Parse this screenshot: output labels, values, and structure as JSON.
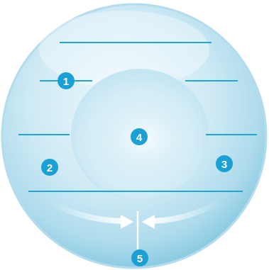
{
  "diagram": {
    "markers": [
      {
        "id": "1",
        "label": "1"
      },
      {
        "id": "2",
        "label": "2"
      },
      {
        "id": "3",
        "label": "3"
      },
      {
        "id": "4",
        "label": "4"
      },
      {
        "id": "5",
        "label": "5"
      }
    ],
    "colors": {
      "lens_outer": "#cfeaf5",
      "lens_edge": "#9fd2e6",
      "lens_inner": "#e6f5fb",
      "line": "#21a6d3",
      "marker_fill": "#1aa0d4",
      "marker_text": "#ffffff",
      "arrow": "#ffffff"
    }
  }
}
